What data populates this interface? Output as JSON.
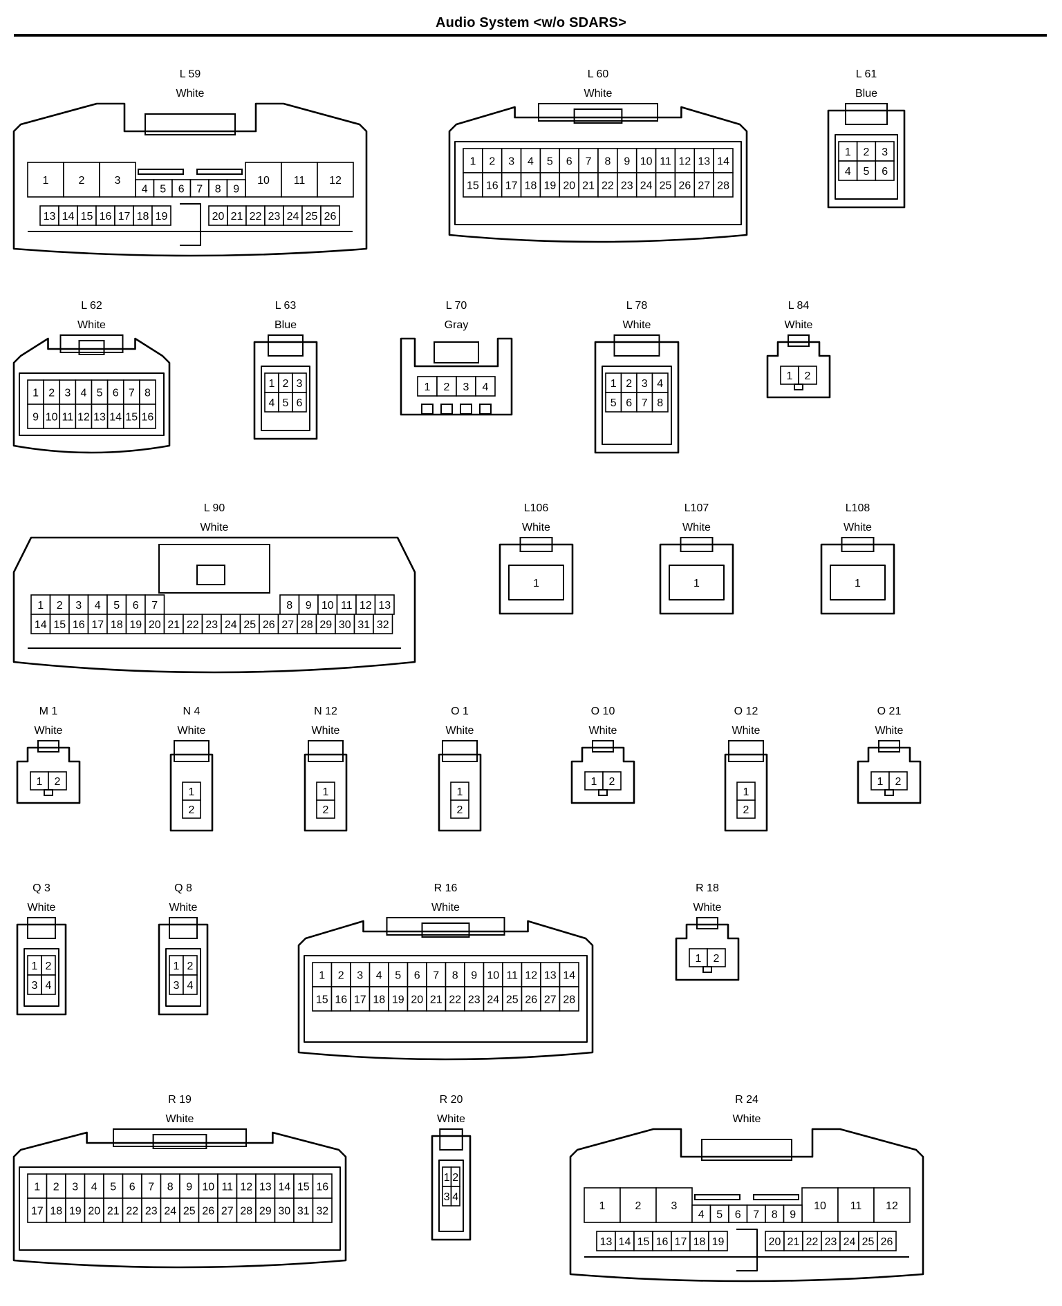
{
  "title": "Audio System <w/o SDARS>",
  "connectors": [
    {
      "id": "L 59",
      "color": "White",
      "pins": 26
    },
    {
      "id": "L 60",
      "color": "White",
      "pins": 28
    },
    {
      "id": "L 61",
      "color": "Blue",
      "pins": 6
    },
    {
      "id": "L 62",
      "color": "White",
      "pins": 16
    },
    {
      "id": "L 63",
      "color": "Blue",
      "pins": 6
    },
    {
      "id": "L 70",
      "color": "Gray",
      "pins": 4
    },
    {
      "id": "L 78",
      "color": "White",
      "pins": 8
    },
    {
      "id": "L 84",
      "color": "White",
      "pins": 2
    },
    {
      "id": "L 90",
      "color": "White",
      "pins": 32
    },
    {
      "id": "L106",
      "color": "White",
      "pins": 1
    },
    {
      "id": "L107",
      "color": "White",
      "pins": 1
    },
    {
      "id": "L108",
      "color": "White",
      "pins": 1
    },
    {
      "id": "M 1",
      "color": "White",
      "pins": 2
    },
    {
      "id": "N 4",
      "color": "White",
      "pins": 2
    },
    {
      "id": "N 12",
      "color": "White",
      "pins": 2
    },
    {
      "id": "O 1",
      "color": "White",
      "pins": 2
    },
    {
      "id": "O 10",
      "color": "White",
      "pins": 2
    },
    {
      "id": "O 12",
      "color": "White",
      "pins": 2
    },
    {
      "id": "O 21",
      "color": "White",
      "pins": 2
    },
    {
      "id": "Q 3",
      "color": "White",
      "pins": 4
    },
    {
      "id": "Q 8",
      "color": "White",
      "pins": 4
    },
    {
      "id": "R 16",
      "color": "White",
      "pins": 28
    },
    {
      "id": "R 18",
      "color": "White",
      "pins": 2
    },
    {
      "id": "R 19",
      "color": "White",
      "pins": 32
    },
    {
      "id": "R 20",
      "color": "White",
      "pins": 4
    },
    {
      "id": "R 24",
      "color": "White",
      "pins": 26
    }
  ]
}
